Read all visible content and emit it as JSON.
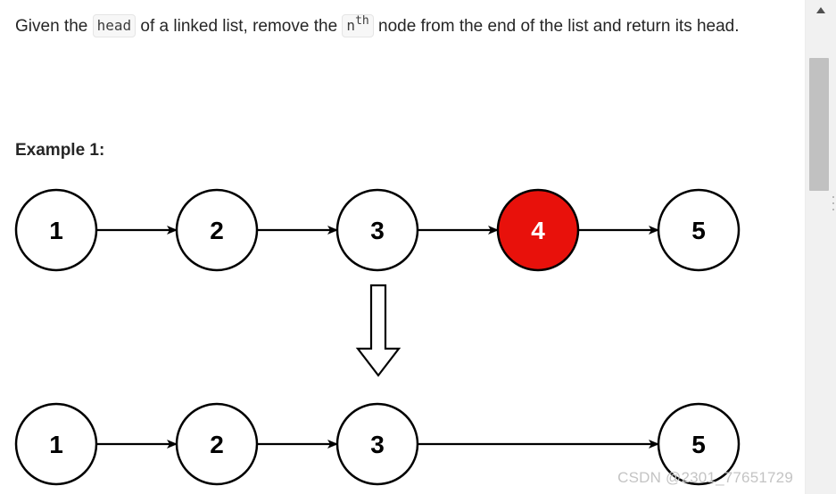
{
  "problem": {
    "text_1": "Given the ",
    "code_head": "head",
    "text_2": " of a linked list, remove the ",
    "code_n": "n",
    "sup_th": "th",
    "text_3": " node from the end of the list and return its head."
  },
  "example": {
    "title": "Example 1:"
  },
  "diagram": {
    "before_nodes": [
      "1",
      "2",
      "3",
      "4",
      "5"
    ],
    "removed_node": "4",
    "after_nodes": [
      "1",
      "2",
      "3",
      "5"
    ]
  },
  "colors": {
    "removed_fill": "#e8110b",
    "node_stroke": "#000000",
    "text": "#262626",
    "watermark": "#c4c4c4"
  },
  "watermark": "CSDN @2301_77651729",
  "icons": {
    "scroll_up": "triangle-up-icon",
    "down_arrow": "hollow-down-arrow-icon"
  }
}
